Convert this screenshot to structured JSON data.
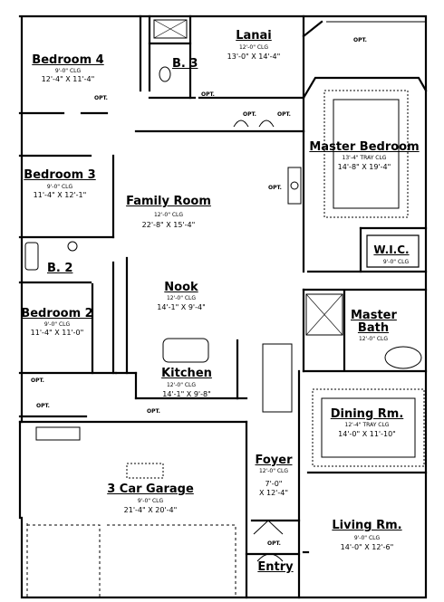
{
  "rooms": {
    "bedroom4": {
      "name": "Bedroom 4",
      "clg": "9'-0\" CLG",
      "dims": "12'-4\" X 11'-4\""
    },
    "bath3": {
      "name": "B. 3"
    },
    "lanai": {
      "name": "Lanai",
      "clg": "12'-0\" CLG",
      "dims": "13'-0\" X 14'-4\""
    },
    "master_bedroom": {
      "name": "Master Bedroom",
      "clg": "13'-4\" TRAY CLG",
      "dims": "14'-8\" X 19'-4\""
    },
    "bedroom3": {
      "name": "Bedroom 3",
      "clg": "9'-0\" CLG",
      "dims": "11'-4\" X 12'-1\""
    },
    "family_room": {
      "name": "Family Room",
      "clg": "12'-0\" CLG",
      "dims": "22'-8\" X 15'-4\""
    },
    "wic": {
      "name": "W.I.C.",
      "clg": "9'-0\" CLG"
    },
    "bath2": {
      "name": "B. 2"
    },
    "nook": {
      "name": "Nook",
      "clg": "12'-0\" CLG",
      "dims": "14'-1\" X 9'-4\""
    },
    "bedroom2": {
      "name": "Bedroom 2",
      "clg": "9'-0\" CLG",
      "dims": "11'-4\" X 11'-0\""
    },
    "master_bath": {
      "name": "Master Bath",
      "clg": "12'-0\" CLG"
    },
    "kitchen": {
      "name": "Kitchen",
      "clg": "12'-0\" CLG",
      "dims": "14'-1\" X 9'-8\""
    },
    "dining": {
      "name": "Dining Rm.",
      "clg": "12'-4\" TRAY CLG",
      "dims": "14'-0\" X 11'-10\""
    },
    "foyer": {
      "name": "Foyer",
      "clg": "12'-0\" CLG",
      "dims": "7'-0\"\nX 12'-4\""
    },
    "garage": {
      "name": "3 Car Garage",
      "clg": "9'-0\" CLG",
      "dims": "21'-4\" X 20'-4\""
    },
    "living": {
      "name": "Living Rm.",
      "clg": "9'-0\" CLG",
      "dims": "14'-0\" X 12'-6\""
    },
    "entry": {
      "name": "Entry"
    }
  },
  "opt_label": "OPT."
}
